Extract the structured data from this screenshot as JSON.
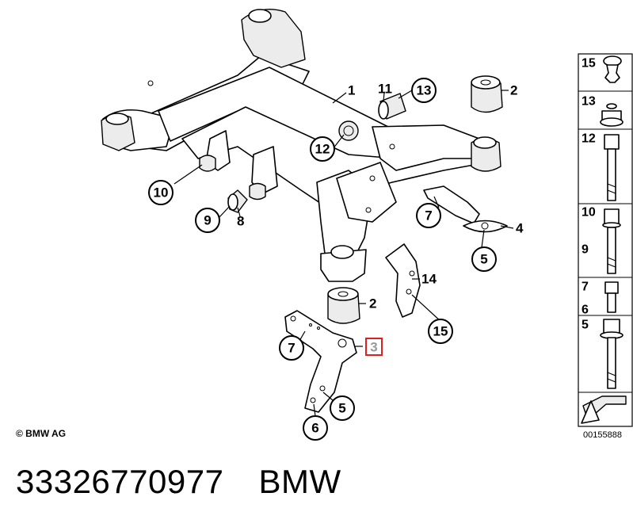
{
  "callouts": {
    "c1": "1",
    "c2a": "2",
    "c2b": "2",
    "c3": "3",
    "c4": "4",
    "c5a": "5",
    "c5b": "5",
    "c6": "6",
    "c7a": "7",
    "c7b": "7",
    "c8": "8",
    "c9": "9",
    "c10": "10",
    "c11": "11",
    "c12": "12",
    "c13": "13",
    "c14": "14",
    "c15": "15"
  },
  "highlighted_callout": "3",
  "highlight_color": "#e02020",
  "parts_rail": [
    "15",
    "13",
    "12",
    "10",
    "9",
    "7",
    "6",
    "5"
  ],
  "copyright": "© BMW AG",
  "diagram_code": "00155888",
  "footer": {
    "part_number": "33326770977",
    "brand": "BMW"
  }
}
